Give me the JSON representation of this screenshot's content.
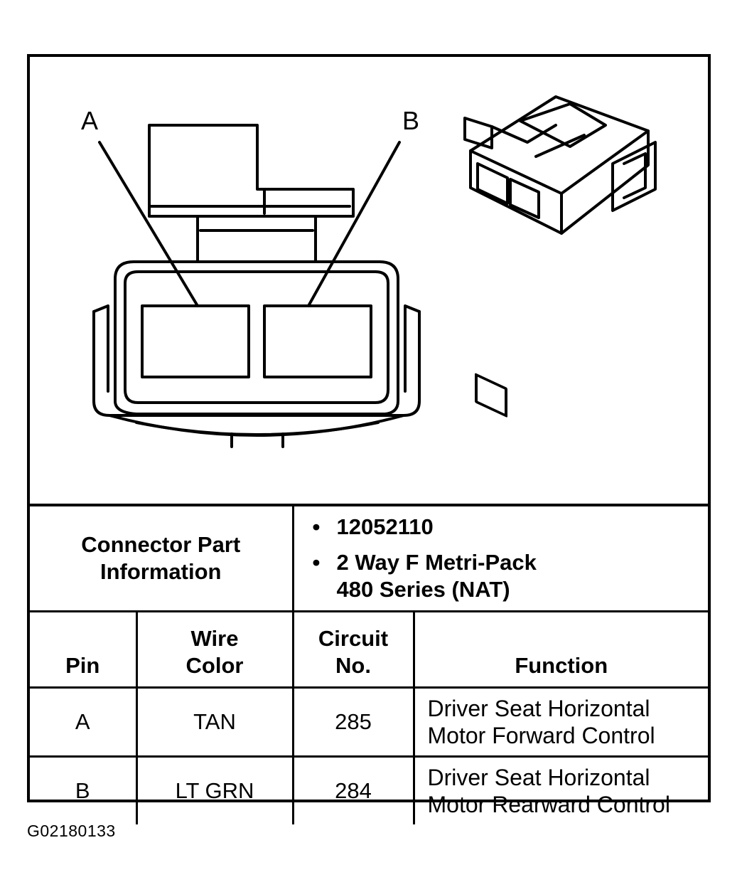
{
  "diagram": {
    "callouts": {
      "a": "A",
      "b": "B"
    }
  },
  "connector_info": {
    "label_line1": "Connector Part",
    "label_line2": "Information",
    "bullet": "•",
    "part_number": "12052110",
    "type_line1": "2 Way F Metri-Pack",
    "type_line2": "480 Series (NAT)"
  },
  "table": {
    "headers": {
      "pin": "Pin",
      "wire_line1": "Wire",
      "wire_line2": "Color",
      "circuit_line1": "Circuit",
      "circuit_line2": "No.",
      "function": "Function"
    },
    "rows": [
      {
        "pin": "A",
        "wire": "TAN",
        "circuit": "285",
        "function_line1": "Driver Seat Horizontal",
        "function_line2": "Motor Forward Control"
      },
      {
        "pin": "B",
        "wire": "LT GRN",
        "circuit": "284",
        "function_line1": "Driver Seat Horizontal",
        "function_line2": "Motor Rearward Control"
      }
    ]
  },
  "figure_code": "G02180133"
}
